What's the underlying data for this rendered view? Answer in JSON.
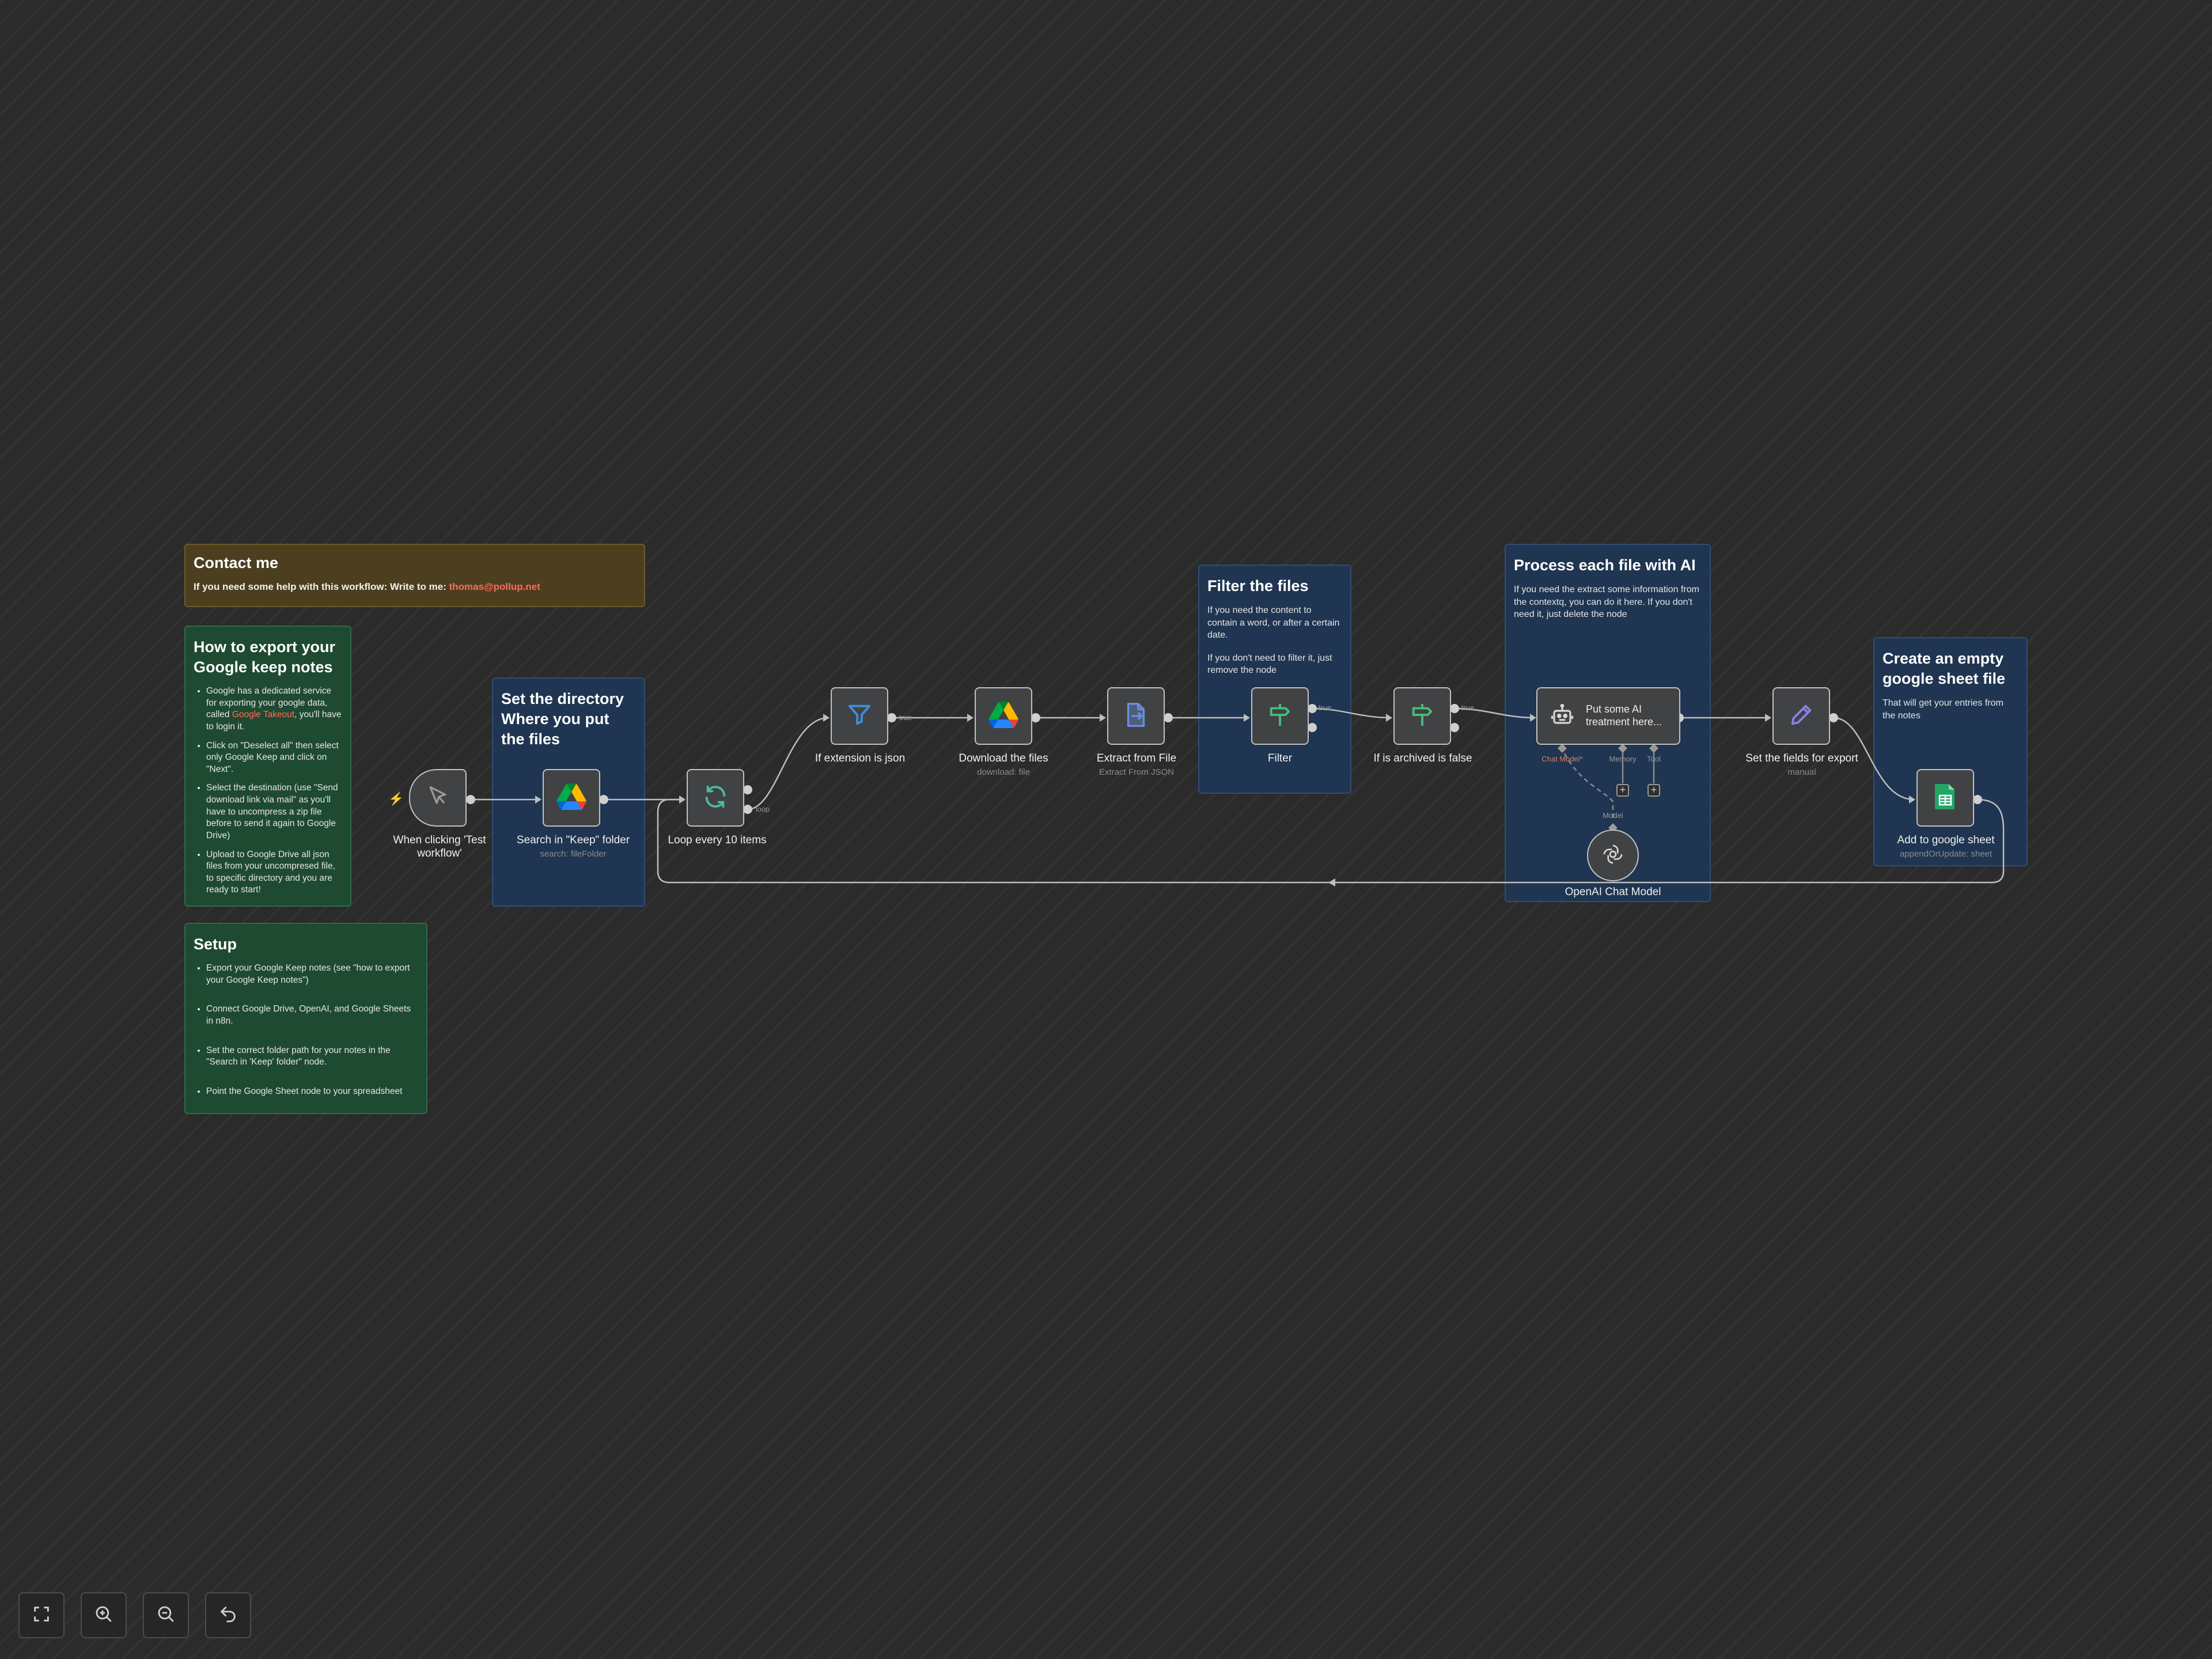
{
  "stickies": {
    "contact": {
      "title": "Contact me",
      "text": "If you need some help with this workflow: Write to me: ",
      "email": "thomas@pollup.net"
    },
    "export": {
      "title": "How to export your Google keep notes",
      "item1_a": "Google has a dedicated service for exporting your google data, called ",
      "item1_link": "Google Takeout",
      "item1_b": ", you'll have to login it.",
      "item2": "Click on \"Deselect all\" then select only Google Keep and click on \"Next\".",
      "item3": "Select the destination (use \"Send download link via mail\" as you'll have to uncompress a zip file before to send it again to Google Drive)",
      "item4": "Upload to Google Drive all json files from your uncompresed file, to specific directory and you are ready to start!"
    },
    "setup": {
      "title": "Setup",
      "items": [
        "Export your Google Keep notes (see \"how to export your Google Keep notes\")",
        "Connect Google Drive, OpenAI, and Google Sheets in n8n.",
        "Set the correct folder path for your notes in the \"Search in 'Keep' folder\" node.",
        "Point the Google Sheet node to your spreadsheet"
      ]
    },
    "directory": {
      "title": "Set the directory Where you put the files"
    },
    "filter": {
      "title": "Filter the files",
      "text1": "If you need the content to contain a word, or after a certain date.",
      "text2": "If you don't need to filter it, just remove the node"
    },
    "ai": {
      "title": "Process each file with AI",
      "text": "If you need the extract some information from the contextq, you can do it here. If you don't need it, just delete the node"
    },
    "sheet": {
      "title": "Create an empty google sheet file",
      "text": "That will get your entries from the notes"
    }
  },
  "nodes": {
    "trigger": {
      "name": "When clicking 'Test workflow'",
      "icon": "cursor-icon"
    },
    "search": {
      "name": "Search in \"Keep\" folder",
      "subtitle": "search: fileFolder",
      "icon": "google-drive-icon"
    },
    "loop": {
      "name": "Loop every 10 items",
      "icon": "loop-icon",
      "output_label": "loop"
    },
    "ifjson": {
      "name": "If extension is json",
      "icon": "filter-icon",
      "output_label": "true"
    },
    "download": {
      "name": "Download the files",
      "subtitle": "download: file",
      "icon": "google-drive-icon"
    },
    "extract": {
      "name": "Extract from File",
      "subtitle": "Extract From JSON",
      "icon": "extract-file-icon"
    },
    "filter": {
      "name": "Filter",
      "icon": "signpost-icon",
      "output_label": "true"
    },
    "archived": {
      "name": "If is archived is false",
      "icon": "signpost-icon",
      "output_label": "true"
    },
    "agent": {
      "name": "Put some AI treatment here...",
      "icon": "robot-icon",
      "ports": {
        "chat_model": "Chat Model*",
        "memory": "Memory",
        "tool": "Tool"
      }
    },
    "setfields": {
      "name": "Set the fields for export",
      "subtitle": "manual",
      "icon": "pencil-icon"
    },
    "openai": {
      "name": "OpenAI Chat Model",
      "icon": "openai-icon",
      "output_label": "Model"
    },
    "sheet": {
      "name": "Add to google sheet",
      "subtitle": "appendOrUpdate: sheet",
      "icon": "google-sheets-icon"
    }
  },
  "controls": [
    {
      "name": "fit-view",
      "icon": "fullscreen-icon"
    },
    {
      "name": "zoom-in",
      "icon": "zoom-in-icon"
    },
    {
      "name": "zoom-out",
      "icon": "zoom-out-icon"
    },
    {
      "name": "reset-zoom",
      "icon": "undo-icon"
    }
  ],
  "colors": {
    "canvas": "#2b2b2b",
    "sticky_blue": "#1f3551",
    "sticky_green": "#1e4a31",
    "sticky_yellow": "#4c3f1f",
    "link_accent": "#ff6b57",
    "node_bg": "#414244"
  }
}
